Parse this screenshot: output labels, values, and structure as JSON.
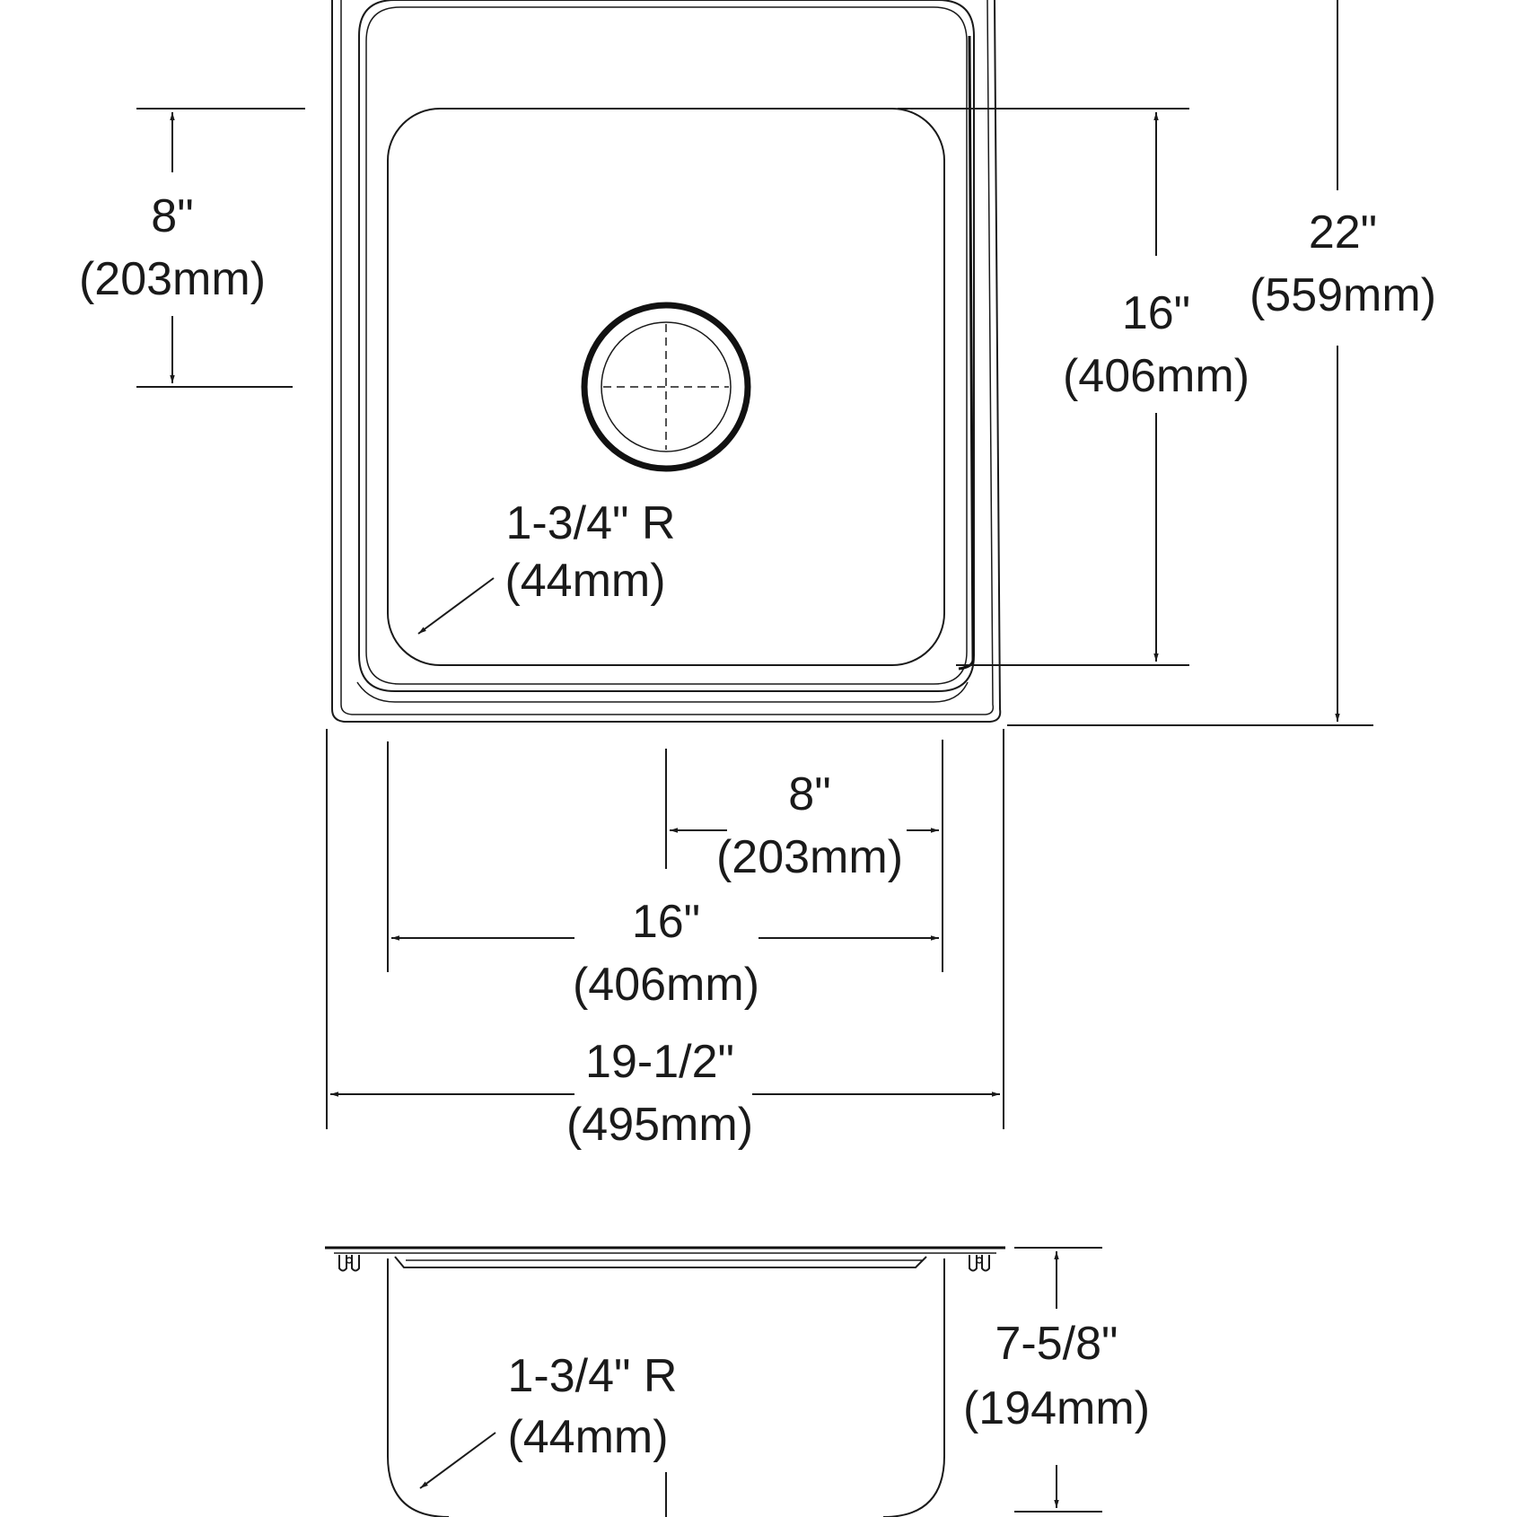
{
  "dimensions": {
    "bowl_depth_top": {
      "inches": "8\"",
      "mm": "(203mm)"
    },
    "bowl_length": {
      "inches": "16\"",
      "mm": "(406mm)"
    },
    "overall_length": {
      "inches": "22\"",
      "mm": "(559mm)"
    },
    "corner_radius_top": {
      "inches": "1-3/4\" R",
      "mm": "(44mm)"
    },
    "drain_offset": {
      "inches": "8\"",
      "mm": "(203mm)"
    },
    "bowl_width": {
      "inches": "16\"",
      "mm": "(406mm)"
    },
    "overall_width": {
      "inches": "19-1/2\"",
      "mm": "(495mm)"
    },
    "corner_radius_section": {
      "inches": "1-3/4\" R",
      "mm": "(44mm)"
    },
    "bowl_height": {
      "inches": "7-5/8\"",
      "mm": "(194mm)"
    }
  }
}
